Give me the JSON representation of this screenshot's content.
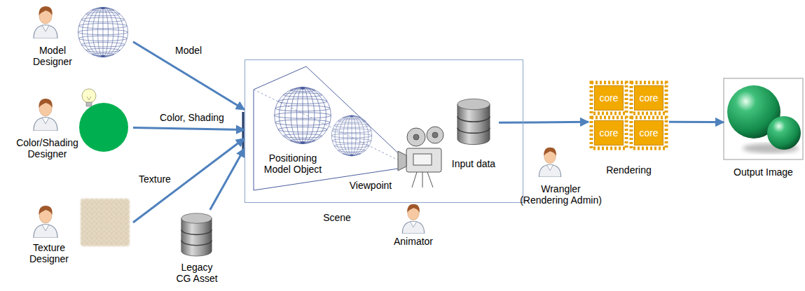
{
  "diagram": {
    "nodes": [
      {
        "text": [
          "Model Designer"
        ]
      },
      {
        "text": [
          "Color/Shading Designer"
        ]
      },
      {
        "text": [
          "Texture Designer"
        ]
      },
      {
        "text": [
          "Legacy CG Asset"
        ]
      },
      {
        "text": [
          "Scene"
        ]
      },
      {
        "text": [
          "Input data"
        ]
      },
      {
        "text": [
          "Rendering"
        ]
      },
      {
        "text": [
          "core"
        ],
        "in": 6
      },
      {
        "text": [
          "core"
        ],
        "in": 6
      },
      {
        "text": [
          "core"
        ],
        "in": 6
      },
      {
        "text": [
          "core"
        ],
        "in": 6
      },
      {
        "text": [
          "Output Image"
        ]
      }
    ],
    "edges": [
      {
        "from": 0,
        "to": 4,
        "label": "Model",
        "arrow": "to"
      },
      {
        "from": 1,
        "to": 4,
        "label": "Color, Shading",
        "arrow": "to"
      },
      {
        "from": 2,
        "to": 4,
        "label": "Texture",
        "arrow": "to"
      },
      {
        "from": 3,
        "to": 4,
        "arrow": "to"
      },
      {
        "from": 5,
        "to": 6,
        "arrow": "to"
      },
      {
        "from": 6,
        "to": 11,
        "arrow": "to"
      }
    ],
    "labels": [
      "Positioning Model Object",
      "Viewpoint",
      "Animator",
      "Wrangler (Rendering Admin)"
    ]
  }
}
